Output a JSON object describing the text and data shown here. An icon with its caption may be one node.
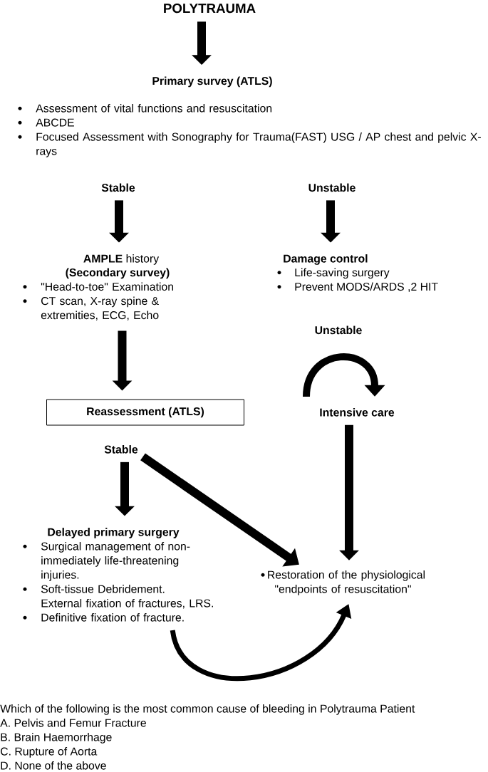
{
  "diagram": {
    "nodes": [
      {
        "text": [
          "POLYTRAUMA"
        ]
      },
      {
        "text": [
          "Primary survey (ATLS)",
          "Assessment of vital functions and resuscitation",
          "ABCDE",
          "Focused Assessment with Sonography for Trauma(FAST) USG / AP chest and pelvic X-rays"
        ]
      },
      {
        "text": [
          "Stable"
        ]
      },
      {
        "text": [
          "Unstable"
        ]
      },
      {
        "text": [
          "**AMPLE** history",
          "(Secondary survey)",
          "\"Head-to-toe\" Examination",
          "CT scan, X-ray spine & extremities, ECG, Echo"
        ]
      },
      {
        "text": [
          "Damage control",
          "Life-saving surgery",
          "Prevent MODS/ARDS ,2 HIT"
        ]
      },
      {
        "text": [
          "Reassessment (ATLS)"
        ]
      },
      {
        "text": [
          "Intensive care"
        ]
      },
      {
        "text": [
          "Stable"
        ]
      },
      {
        "text": [
          "Delayed primary surgery",
          "Surgical management of non-immediately life-threatening injuries.",
          "Soft-tissue Debridement.",
          "External fixation of fractures, LRS.",
          "Definitive fixation of fracture."
        ]
      },
      {
        "text": [
          "Restoration of the physiological \"endpoints of resuscitation\""
        ]
      }
    ],
    "edges": [
      {
        "from": 0,
        "to": 1,
        "arrow": "to"
      },
      {
        "from": 2,
        "to": 4,
        "arrow": "to"
      },
      {
        "from": 3,
        "to": 5,
        "arrow": "to"
      },
      {
        "from": 4,
        "to": 6,
        "arrow": "to"
      },
      {
        "from": null,
        "to": 7,
        "arrow": "to",
        "label": "Unstable"
      },
      {
        "from": 7,
        "to": 10,
        "arrow": "to"
      },
      {
        "from": 8,
        "to": 9,
        "arrow": "to"
      },
      {
        "from": 8,
        "to": 10,
        "arrow": "to"
      },
      {
        "from": 9,
        "to": 10,
        "arrow": "to"
      }
    ],
    "labels": [
      "Which of the following is the most common cause of bleeding in Polytrauma Patient",
      "A. Pelvis and Femur Fracture",
      "B. Brain Haemorrhage",
      "C. Rupture of Aorta",
      "D. None of the above"
    ]
  }
}
